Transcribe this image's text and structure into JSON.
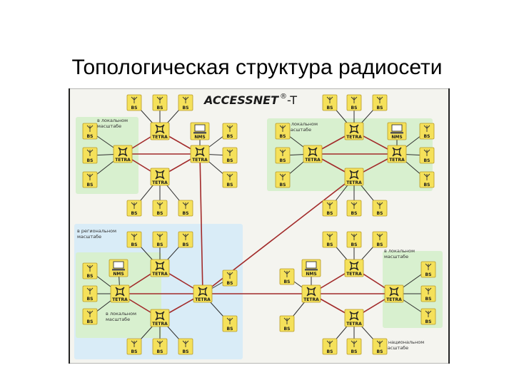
{
  "slide": {
    "title": "Топологическая структура радиосети"
  },
  "diagram": {
    "brand": "ACCESSNET",
    "brand_mark": "®",
    "brand_suffix": "-T",
    "node_labels": {
      "base_station": "BS",
      "switch": "TETRA",
      "management": "NMS"
    },
    "regions": [
      {
        "id": "tl",
        "label_lines": [
          "в локальном",
          "масштабе"
        ]
      },
      {
        "id": "tr",
        "label_lines": [
          "в локальном",
          "масштабе"
        ]
      },
      {
        "id": "regional",
        "label_lines": [
          "в региональном",
          "масштабе"
        ]
      },
      {
        "id": "local-bl",
        "label_lines": [
          "в локальном",
          "масштабе"
        ]
      },
      {
        "id": "br",
        "label_lines": [
          "в локальном",
          "масштабе"
        ]
      },
      {
        "id": "national",
        "label_lines": [
          "в национальном",
          "масштабе"
        ]
      }
    ],
    "colors": {
      "frame_background": "#f4f4ef",
      "region_green": "#d8f0cf",
      "region_blue": "#d9ecf7",
      "node_fill": "#f5e15a",
      "node_border": "#b89b2a",
      "backbone_link": "#a22a2a",
      "access_link": "#2d2d2d"
    }
  }
}
